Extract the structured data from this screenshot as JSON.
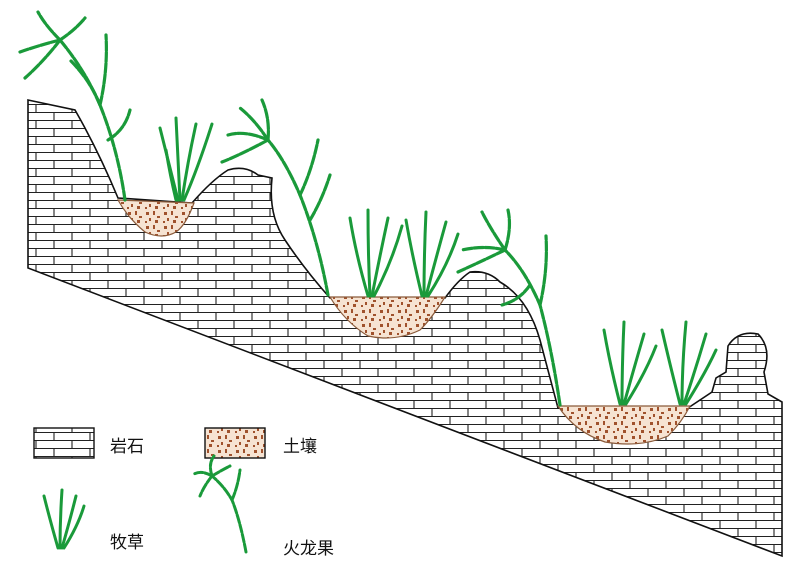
{
  "legend": {
    "rock": "岩石",
    "soil": "土壤",
    "grass": "牧草",
    "pitaya": "火龙果"
  },
  "colors": {
    "rock_line": "#111111",
    "soil_fill": "#f3dcc8",
    "soil_speck": "#a0522d",
    "plant": "#1a9a3a"
  }
}
